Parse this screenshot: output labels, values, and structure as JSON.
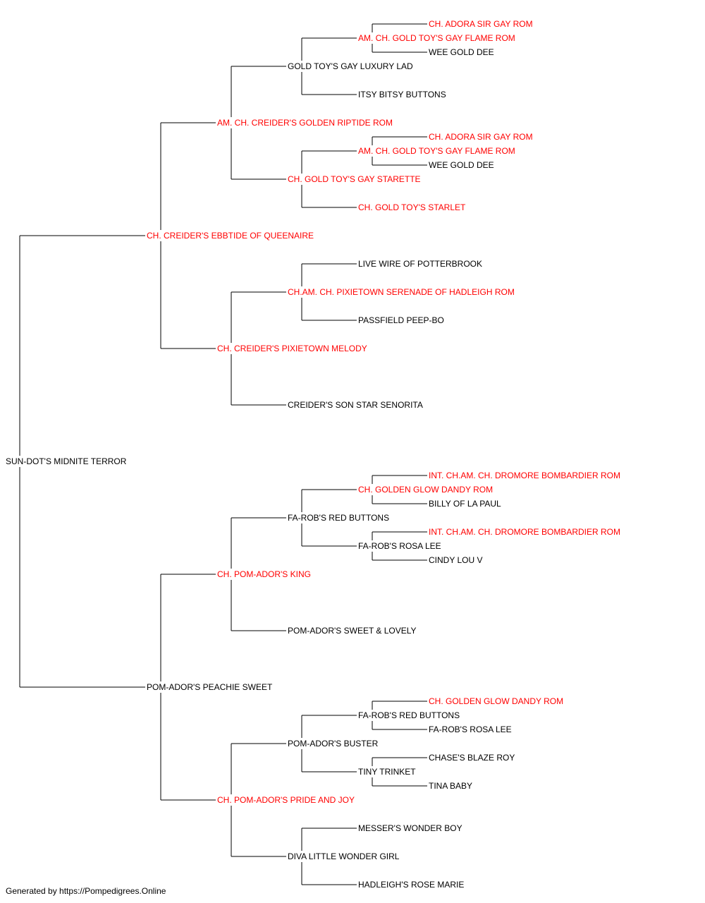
{
  "colors": {
    "champion": "#ff0000",
    "normal": "#000000",
    "line": "#000000"
  },
  "pedigree": {
    "name": "SUN-DOT'S MIDNITE TERROR",
    "champion": false,
    "sire": {
      "name": "CH. CREIDER'S EBBTIDE OF QUEENAIRE",
      "champion": true,
      "sire": {
        "name": "AM. CH. CREIDER'S GOLDEN RIPTIDE ROM",
        "champion": true,
        "sire": {
          "name": "GOLD TOY'S GAY LUXURY LAD",
          "champion": false,
          "sire": {
            "name": "AM. CH. GOLD TOY'S GAY FLAME ROM",
            "champion": true,
            "sire": {
              "name": "CH. ADORA SIR GAY ROM",
              "champion": true
            },
            "dam": {
              "name": "WEE GOLD DEE",
              "champion": false
            }
          },
          "dam": {
            "name": "ITSY BITSY BUTTONS",
            "champion": false
          }
        },
        "dam": {
          "name": "CH. GOLD TOY'S GAY STARETTE",
          "champion": true,
          "sire": {
            "name": "AM. CH. GOLD TOY'S GAY FLAME ROM",
            "champion": true,
            "sire": {
              "name": "CH. ADORA SIR GAY ROM",
              "champion": true
            },
            "dam": {
              "name": "WEE GOLD DEE",
              "champion": false
            }
          },
          "dam": {
            "name": "CH. GOLD TOY'S STARLET",
            "champion": true
          }
        }
      },
      "dam": {
        "name": "CH. CREIDER'S PIXIETOWN MELODY",
        "champion": true,
        "sire": {
          "name": "CH.AM. CH. PIXIETOWN SERENADE OF HADLEIGH ROM",
          "champion": true,
          "sire": {
            "name": "LIVE WIRE OF POTTERBROOK",
            "champion": false
          },
          "dam": {
            "name": "PASSFIELD PEEP-BO",
            "champion": false
          }
        },
        "dam": {
          "name": "CREIDER'S SON STAR SENORITA",
          "champion": false
        }
      }
    },
    "dam": {
      "name": "POM-ADOR'S PEACHIE SWEET",
      "champion": false,
      "sire": {
        "name": "CH. POM-ADOR'S KING",
        "champion": true,
        "sire": {
          "name": "FA-ROB'S RED BUTTONS",
          "champion": false,
          "sire": {
            "name": "CH. GOLDEN GLOW DANDY ROM",
            "champion": true,
            "sire": {
              "name": "INT. CH.AM. CH. DROMORE BOMBARDIER ROM",
              "champion": true
            },
            "dam": {
              "name": "BILLY OF LA PAUL",
              "champion": false
            }
          },
          "dam": {
            "name": "FA-ROB'S ROSA LEE",
            "champion": false,
            "sire": {
              "name": "INT. CH.AM. CH. DROMORE BOMBARDIER ROM",
              "champion": true
            },
            "dam": {
              "name": "CINDY LOU V",
              "champion": false
            }
          }
        },
        "dam": {
          "name": "POM-ADOR'S SWEET & LOVELY",
          "champion": false
        }
      },
      "dam": {
        "name": "CH. POM-ADOR'S PRIDE AND JOY",
        "champion": true,
        "sire": {
          "name": "POM-ADOR'S BUSTER",
          "champion": false,
          "sire": {
            "name": "FA-ROB'S RED BUTTONS",
            "champion": false,
            "sire": {
              "name": "CH. GOLDEN GLOW DANDY ROM",
              "champion": true
            },
            "dam": {
              "name": "FA-ROB'S ROSA LEE",
              "champion": false
            }
          },
          "dam": {
            "name": "TINY TRINKET",
            "champion": false,
            "sire": {
              "name": "CHASE'S BLAZE ROY",
              "champion": false
            },
            "dam": {
              "name": "TINA BABY",
              "champion": false
            }
          }
        },
        "dam": {
          "name": "DIVA LITTLE WONDER GIRL",
          "champion": false,
          "sire": {
            "name": "MESSER'S WONDER BOY",
            "champion": false
          },
          "dam": {
            "name": "HADLEIGH'S ROSE MARIE",
            "champion": false
          }
        }
      }
    }
  },
  "footer": {
    "text": "Generated by https://Pompedigrees.Online"
  }
}
